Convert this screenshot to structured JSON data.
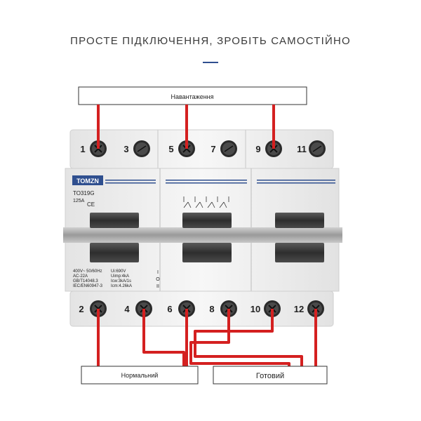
{
  "heading": "ПРОСТЕ ПІДКЛЮЧЕННЯ, ЗРОБІТЬ САМОСТІЙНО",
  "labels": {
    "load": "Навантаження",
    "normal": "Нормальний",
    "ready": "Готовий"
  },
  "device": {
    "brand": "TOMZN",
    "model": "TO319G",
    "rating": "125A",
    "ce": "CE",
    "specs_left": [
      "400V~ 50/60Hz",
      "AC-22A",
      "GB/T14048.3",
      "IEC/EN60947-3"
    ],
    "specs_right": [
      "Ui:690V",
      "Uimp:4kA",
      "Icw:3kA/1s",
      "Icm:4.26kA"
    ],
    "positions": [
      "I",
      "O",
      "II"
    ],
    "top_terminals": [
      "1",
      "3",
      "5",
      "7",
      "9",
      "11"
    ],
    "bottom_terminals": [
      "2",
      "4",
      "6",
      "8",
      "10",
      "12"
    ]
  },
  "colors": {
    "wire": "#d42020",
    "accent": "#2f4f8f",
    "body": "#f2f2f2",
    "handle": "#3a3a3a"
  }
}
